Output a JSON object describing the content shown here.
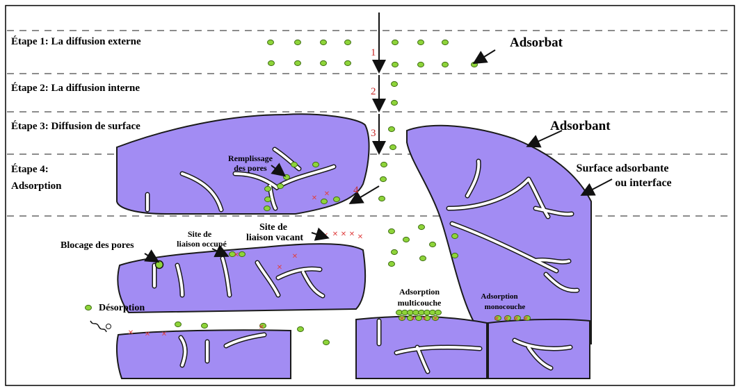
{
  "colors": {
    "adsorbent_fill": "#a28cf3",
    "adsorbent_stroke": "#1a1a1a",
    "molecule_fill": "#8ed43a",
    "molecule_stroke": "#3f6e12",
    "site_mark": "#e04040",
    "step_number": "#c62828",
    "dashed_line": "#666666"
  },
  "steps": [
    {
      "label": "Étape 1: La diffusion externe"
    },
    {
      "label": "Étape 2: La diffusion interne"
    },
    {
      "label": "Étape 3: Diffusion de surface"
    },
    {
      "label_line1": "Étape 4:",
      "label_line2": "Adsorption"
    }
  ],
  "arrow_numbers": [
    "1",
    "2",
    "3",
    "4"
  ],
  "labels": {
    "adsorbat": "Adsorbat",
    "adsorbant": "Adsorbant",
    "surface_line1": "Surface adsorbante",
    "surface_line2": "ou interface",
    "remplissage_line1": "Remplissage",
    "remplissage_line2": "des pores",
    "site_occupe_line1": "Site de",
    "site_occupe_line2": "liaison occupé",
    "site_vacant_line1": "Site de",
    "site_vacant_line2": "liaison vacant",
    "blocage": "Blocage des pores",
    "desorption": "Désorption",
    "multi_line1": "Adsorption",
    "multi_line2": "multicouche",
    "mono_line1": "Adsorption",
    "mono_line2": "monocouche"
  },
  "icons": {
    "molecule": "green-circle",
    "binding_site": "red-cross-mark",
    "flow_arrow": "black-down-arrow"
  }
}
